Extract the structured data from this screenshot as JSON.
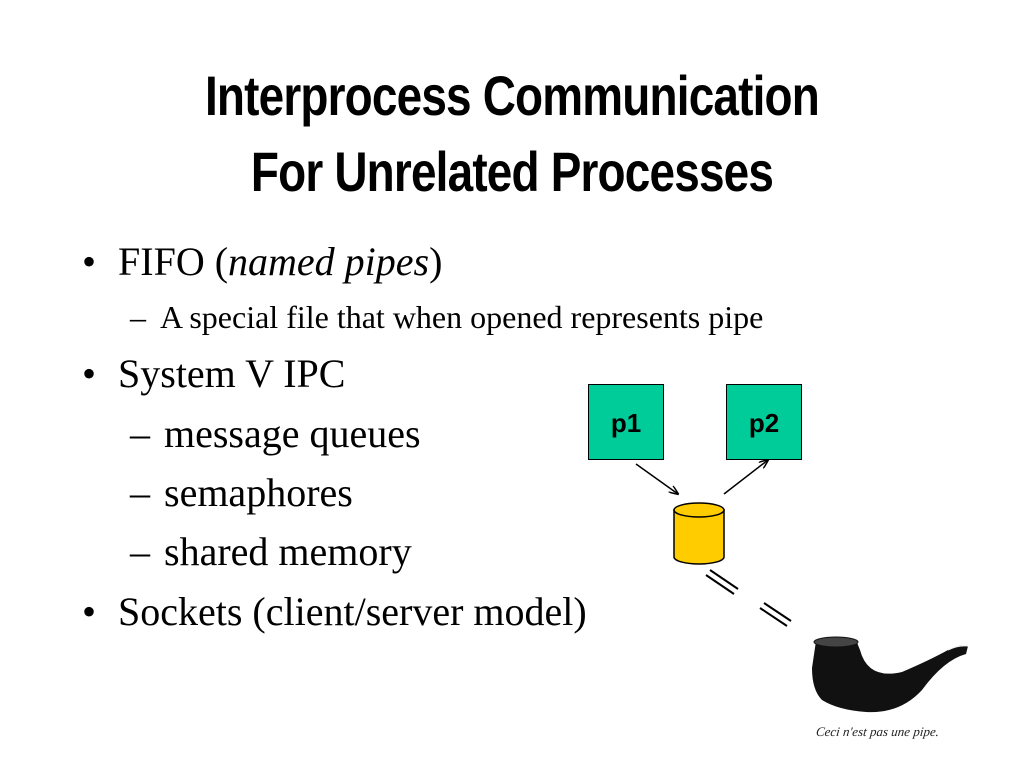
{
  "title": {
    "line1": "Interprocess Communication",
    "line2": "For Unrelated Processes"
  },
  "bullets": {
    "fifo": {
      "prefix": "FIFO (",
      "italic": "named pipes",
      "suffix": ")"
    },
    "fifo_sub": "A special file that when opened represents pipe",
    "sysv": "System V IPC",
    "sysv_sub": [
      "message queues",
      "semaphores",
      "shared memory"
    ],
    "sockets": "Sockets (client/server model)"
  },
  "markers": {
    "bullet": "•",
    "dash": "–"
  },
  "diagram": {
    "process_1": "p1",
    "process_2": "p2",
    "box_color": "#00cc99",
    "cylinder_color": "#ffcc00"
  },
  "pipe_caption": "Ceci n'est pas une pipe."
}
